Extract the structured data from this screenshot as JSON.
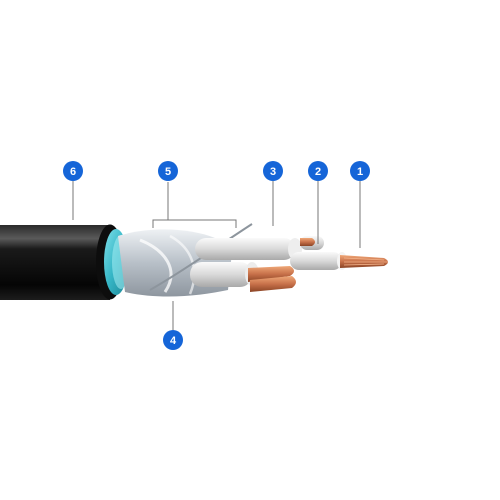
{
  "diagram": {
    "callouts": [
      {
        "id": "1",
        "label": "1"
      },
      {
        "id": "2",
        "label": "2"
      },
      {
        "id": "3",
        "label": "3"
      },
      {
        "id": "4",
        "label": "4"
      },
      {
        "id": "5",
        "label": "5"
      },
      {
        "id": "6",
        "label": "6"
      }
    ]
  },
  "colors": {
    "callout_fill": "#1565d8",
    "sheath": "#0a0a0a",
    "inner_sheath": "#3bbfcf",
    "foil": "#c8ced6",
    "copper": "#c8714a",
    "insulation": "#e4e4e4",
    "leader_line": "#777777"
  }
}
